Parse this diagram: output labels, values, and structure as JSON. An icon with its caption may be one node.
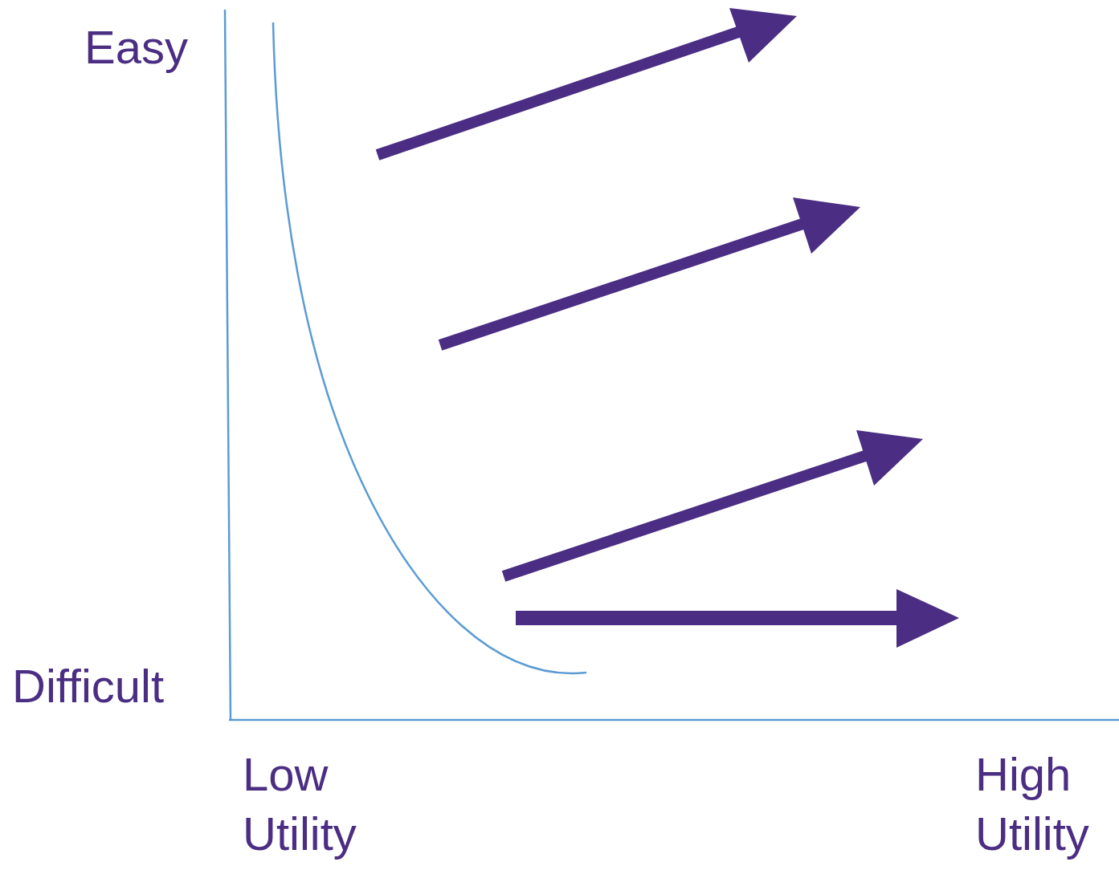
{
  "diagram": {
    "labels": [
      "Easy",
      "Difficult",
      "Low Utility",
      "High Utility"
    ]
  }
}
